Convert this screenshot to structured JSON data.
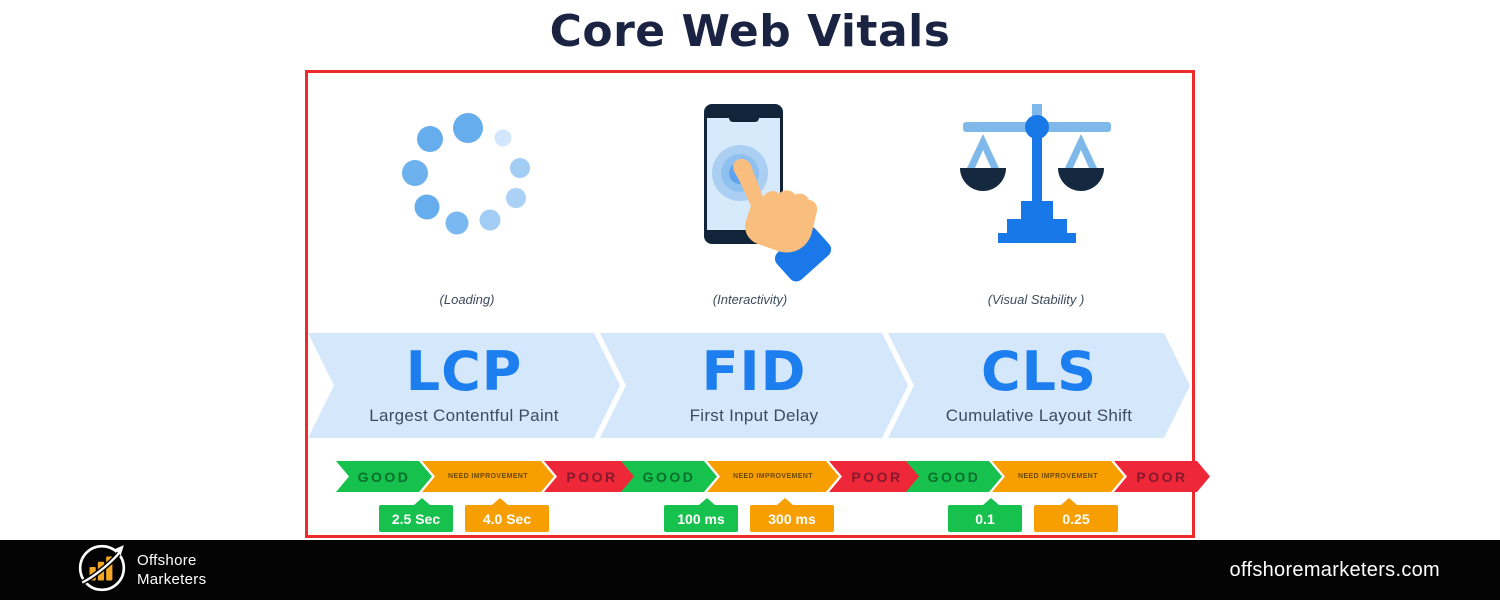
{
  "title": "Core Web Vitals",
  "scale_labels": {
    "good": "GOOD",
    "need_improvement": "NEED IMPROVEMENT",
    "poor": "POOR"
  },
  "metrics": [
    {
      "icon": "loading-spinner-icon",
      "category": "(Loading)",
      "abbr": "LCP",
      "name": "Largest Contentful Paint",
      "threshold_good": "2.5 Sec",
      "threshold_poor": "4.0 Sec"
    },
    {
      "icon": "touch-interaction-icon",
      "category": "(Interactivity)",
      "abbr": "FID",
      "name": "First Input Delay",
      "threshold_good": "100 ms",
      "threshold_poor": "300 ms"
    },
    {
      "icon": "balance-scale-icon",
      "category": "(Visual Stability )",
      "abbr": "CLS",
      "name": "Cumulative Layout Shift",
      "threshold_good": "0.1",
      "threshold_poor": "0.25"
    }
  ],
  "footer": {
    "brand_line1": "Offshore",
    "brand_line2": "Marketers",
    "website": "offshoremarketers.com"
  },
  "colors": {
    "title_navy": "#1b2342",
    "frame_red": "#ee2b2b",
    "banner_blue": "#d5e8fb",
    "metric_blue": "#1d7ef0",
    "good_green": "#16c24d",
    "need_orange": "#f79e00",
    "poor_red": "#ef2839",
    "footer_black": "#030303",
    "logo_orange": "#f5a623"
  }
}
